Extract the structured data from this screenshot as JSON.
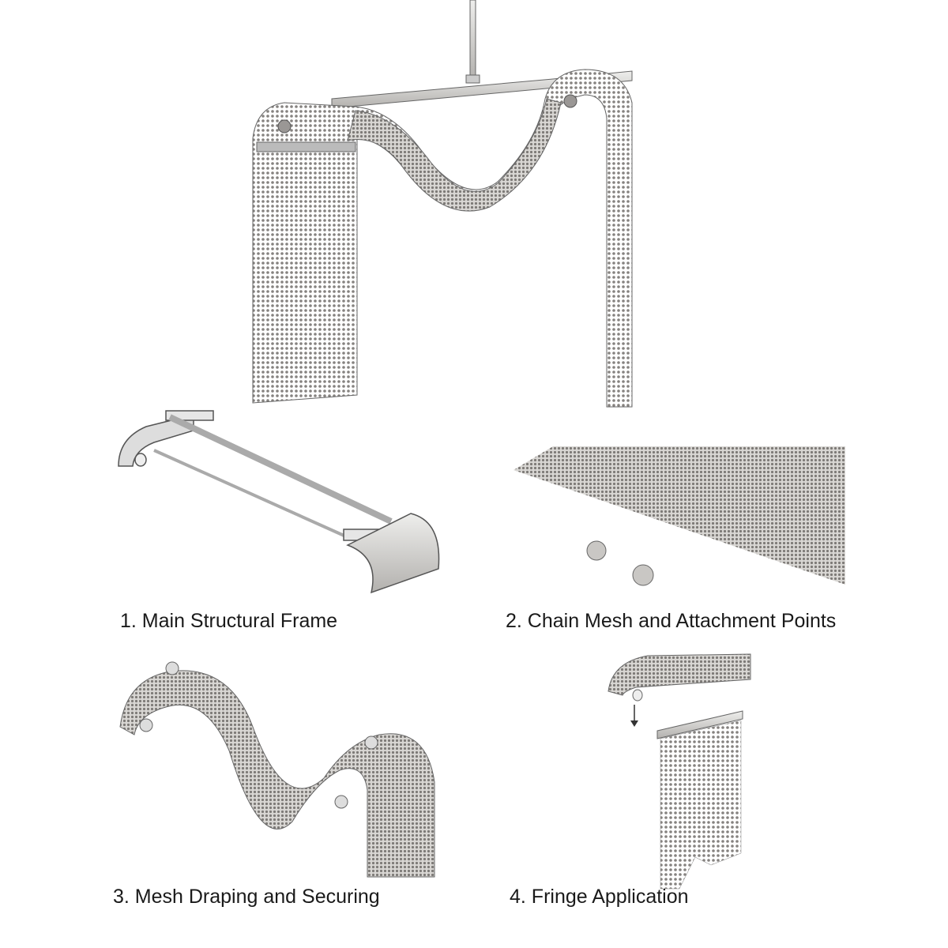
{
  "steps": [
    {
      "label": "1. Main Structural Frame"
    },
    {
      "label": "2. Chain Mesh and Attachment Points"
    },
    {
      "label": "3. Mesh Draping and Securing"
    },
    {
      "label": "4. Fringe Application"
    }
  ],
  "colors": {
    "metal": "#c9c7c4",
    "chain": "#8a8784",
    "outline": "#555555",
    "text": "#1a1a1a"
  }
}
